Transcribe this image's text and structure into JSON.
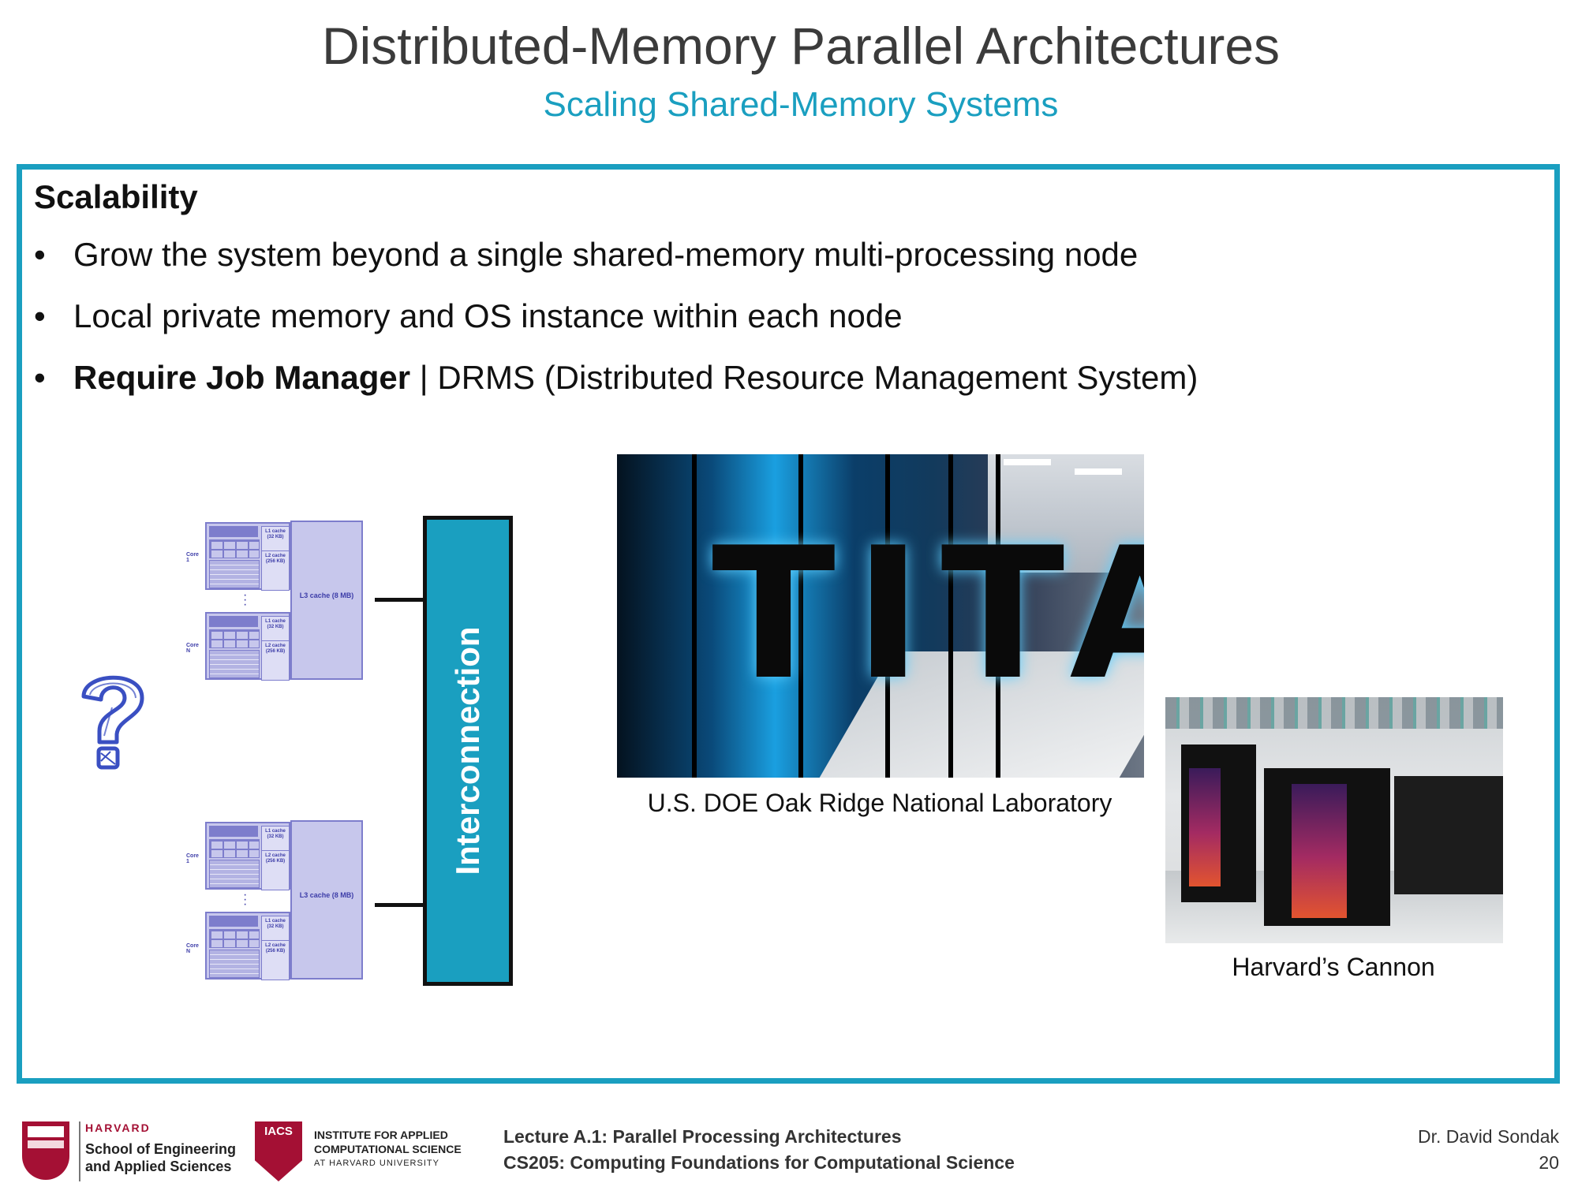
{
  "slide": {
    "title": "Distributed-Memory Parallel Architectures",
    "subtitle": "Scaling Shared-Memory Systems"
  },
  "content": {
    "section_heading": "Scalability",
    "bullets": [
      {
        "text": "Grow the system beyond a single shared-memory multi-processing node"
      },
      {
        "text": "Local private memory and OS instance within each node"
      },
      {
        "bold": "Require Job Manager",
        "text": " | DRMS (Distributed Resource Management System)"
      }
    ],
    "bullet_glyph": "•"
  },
  "diagram": {
    "interconnect_label": "Interconnection",
    "question_icon": "question-mark-icon",
    "nodes": [
      {
        "cores": [
          {
            "label": "Core 1",
            "l1": "L1 cache (32 KB)",
            "l2": "L2 cache (256 KB)"
          },
          {
            "label": "Core N",
            "l1": "L1 cache (32 KB)",
            "l2": "L2 cache (256 KB)"
          }
        ],
        "l3": "L3 cache (8 MB)"
      },
      {
        "cores": [
          {
            "label": "Core 1",
            "l1": "L1 cache (32 KB)",
            "l2": "L2 cache (256 KB)"
          },
          {
            "label": "Core N",
            "l1": "L1 cache (32 KB)",
            "l2": "L2 cache (256 KB)"
          }
        ],
        "l3": "L3 cache (8 MB)"
      }
    ],
    "colors": {
      "accent": "#1a9fc0",
      "diagram": "#7d7dcc",
      "diagram_fill": "#c7c7ec",
      "question": "#3a4fc2"
    }
  },
  "photos": {
    "titan": {
      "word": "TITAN",
      "caption": "U.S. DOE Oak Ridge National Laboratory"
    },
    "cannon": {
      "caption": "Harvard’s Cannon"
    }
  },
  "footer": {
    "harvard": {
      "name": "HARVARD",
      "line1": "School of Engineering",
      "line2": "and Applied Sciences"
    },
    "iacs": {
      "badge": "IACS",
      "line1": "INSTITUTE FOR APPLIED",
      "line2": "COMPUTATIONAL SCIENCE",
      "line3": "AT HARVARD UNIVERSITY"
    },
    "lecture": "Lecture A.1: Parallel Processing Architectures",
    "course": "CS205: Computing Foundations for Computational Science",
    "author": "Dr. David Sondak",
    "page_number": "20"
  }
}
